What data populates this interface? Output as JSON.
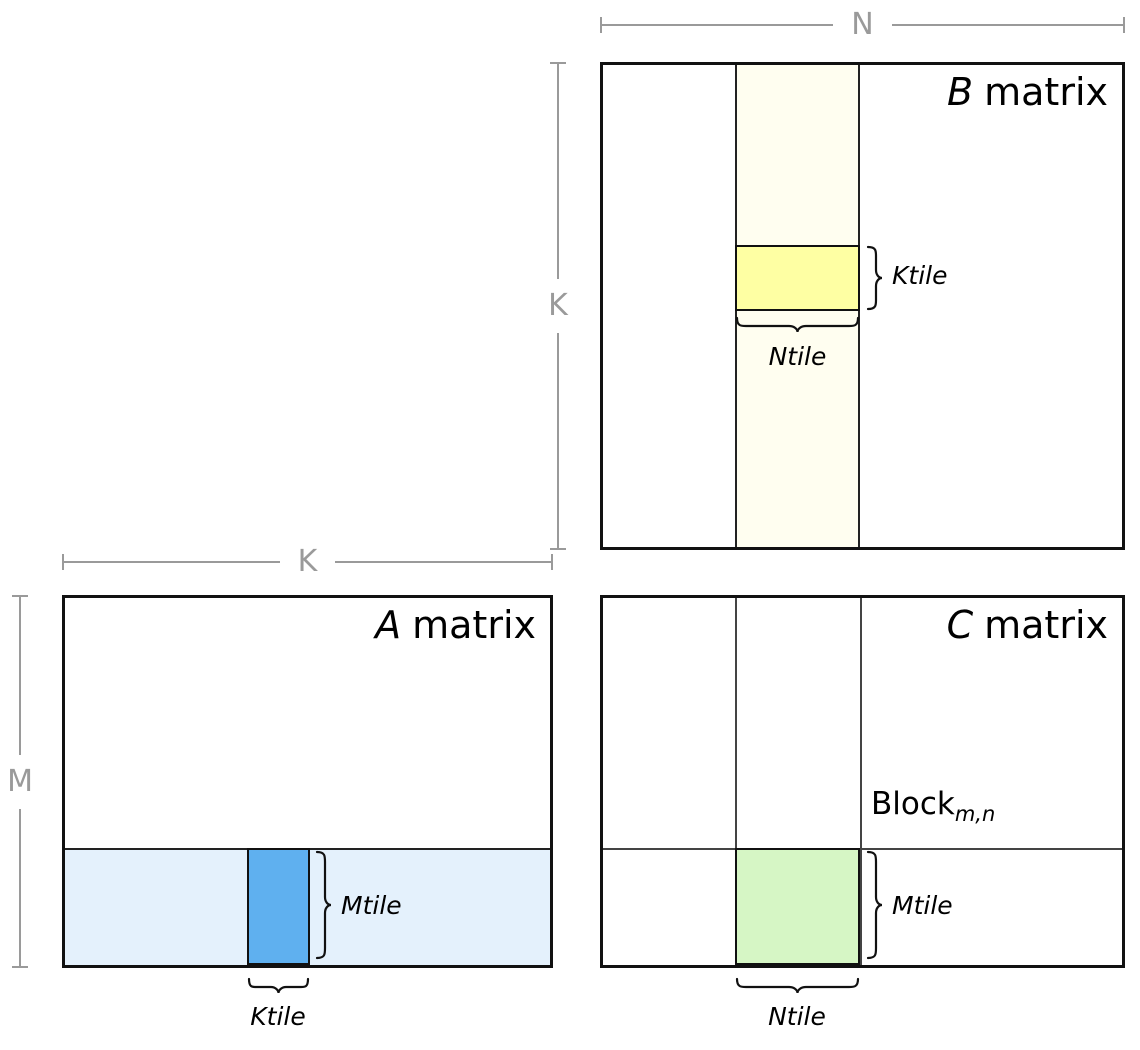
{
  "colors": {
    "ink": "#111111",
    "thin_line": "#444444",
    "dim_gray": "#9a9a9a",
    "b_strip_fill": "#fffef0",
    "b_tile_fill": "#feffa3",
    "a_strip_fill": "#e4f1fc",
    "a_tile_fill": "#5fb0ef",
    "c_tile_fill": "#d6f6c5"
  },
  "dimensions": {
    "n": "N",
    "k_b": "K",
    "k_a": "K",
    "m": "M"
  },
  "b_matrix": {
    "title_letter": "B",
    "title_word": "matrix",
    "ktile_label": "Ktile",
    "ntile_label": "Ntile"
  },
  "a_matrix": {
    "title_letter": "A",
    "title_word": "matrix",
    "mtile_label": "Mtile",
    "ktile_label": "Ktile"
  },
  "c_matrix": {
    "title_letter": "C",
    "title_word": "matrix",
    "block_word": "Block",
    "block_subscript": "m,n",
    "mtile_label": "Mtile",
    "ntile_label": "Ntile"
  }
}
